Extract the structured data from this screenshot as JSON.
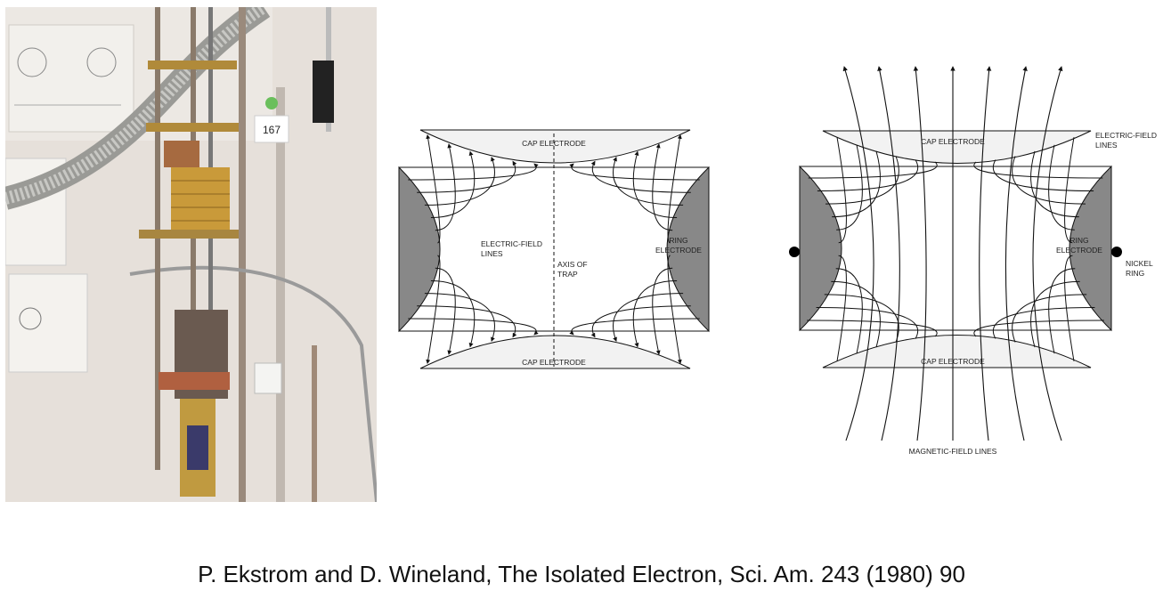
{
  "photo": {
    "tag_label": "167"
  },
  "diagram1": {
    "cap_top": "CAP ELECTRODE",
    "cap_bottom": "CAP ELECTRODE",
    "efield_line1": "ELECTRIC-FIELD",
    "efield_line2": "LINES",
    "axis_line1": "AXIS OF",
    "axis_line2": "TRAP",
    "ring_line1": "RING",
    "ring_line2": "ELECTRODE"
  },
  "diagram2": {
    "cap_top": "CAP ELECTRODE",
    "cap_bottom": "CAP ELECTRODE",
    "efield_line1": "ELECTRIC-FIELD",
    "efield_line2": "LINES",
    "ring_line1": "RING",
    "ring_line2": "ELECTRODE",
    "nickel_line1": "NICKEL",
    "nickel_line2": "RING",
    "magnetic": "MAGNETIC-FIELD LINES"
  },
  "citation": "P. Ekstrom and D. Wineland, The Isolated Electron, Sci. Am. 243 (1980) 90",
  "colors": {
    "electrode": "#f2f2f2",
    "ring": "#888888",
    "line": "#111111"
  }
}
